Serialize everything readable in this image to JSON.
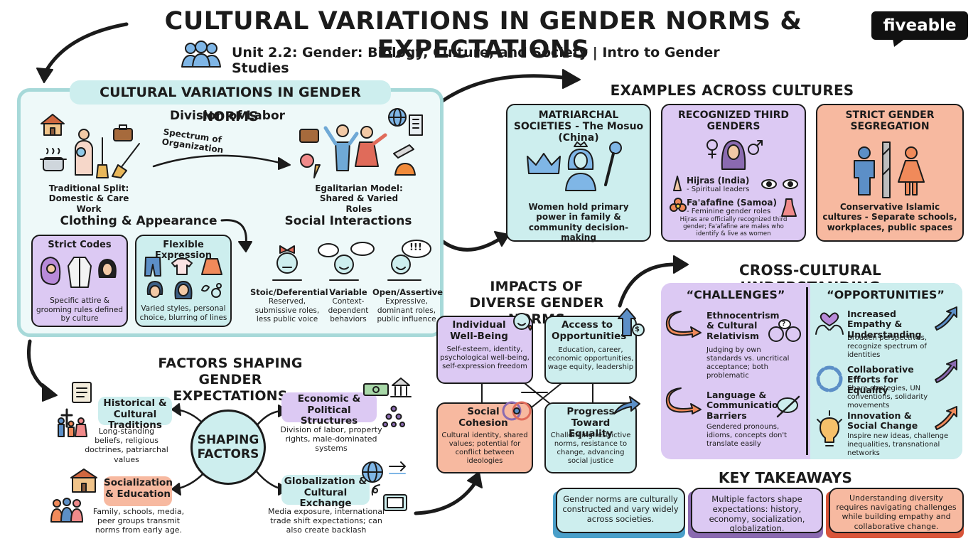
{
  "header": {
    "title": "CULTURAL VARIATIONS IN GENDER NORMS & EXPECTATIONS",
    "subtitle": "Unit 2.2: Gender: Biology, Culture, and Society | Intro to Gender Studies",
    "logo": "fiveable"
  },
  "norms": {
    "title": "CULTURAL VARIATIONS IN GENDER NORMS",
    "division_title": "Division of Labor",
    "spectrum": "Spectrum of Organization",
    "traditional": "Traditional Split: Domestic & Care Work",
    "egalitarian": "Egalitarian Model: Shared & Varied Roles",
    "clothing_title": "Clothing & Appearance",
    "strict_title": "Strict Codes",
    "strict_desc": "Specific attire & grooming rules defined by culture",
    "flexible_title": "Flexible Expression",
    "flexible_desc": "Varied styles, personal choice, blurring of lines",
    "social_title": "Social Interactions",
    "social": [
      {
        "title": "Stoic/Deferential",
        "desc": "Reserved, submissive roles, less public voice"
      },
      {
        "title": "Variable",
        "desc": "Context-dependent behaviors"
      },
      {
        "title": "Open/Assertive",
        "desc": "Expressive, dominant roles, public influence"
      }
    ]
  },
  "examples": {
    "title": "EXAMPLES ACROSS CULTURES",
    "matriarchal_title": "MATRIARCHAL SOCIETIES - The Mosuo (China)",
    "matriarchal_desc": "Women hold primary power in family & community decision-making",
    "third_title": "RECOGNIZED THIRD GENDERS",
    "hijras": "Hijras (India)",
    "hijras_desc": "- Spiritual leaders",
    "faafafine": "Fa'afafine (Samoa)",
    "faafafine_desc": "- Feminine gender roles",
    "third_note": "Hijras are officially recognized third gender; Fa'afafine are males who identify & live as women",
    "segregation_title": "STRICT GENDER SEGREGATION",
    "segregation_desc": "Conservative Islamic cultures - Separate schools, workplaces, public spaces"
  },
  "factors": {
    "title": "FACTORS SHAPING GENDER EXPECTATIONS",
    "center": "SHAPING FACTORS",
    "historical_title": "Historical & Cultural Traditions",
    "historical_desc": "Long-standing beliefs, religious doctrines, patriarchal values",
    "economic_title": "Economic & Political Structures",
    "economic_desc": "Division of labor, property rights, male-dominated systems",
    "socialization_title": "Socialization & Education",
    "socialization_desc": "Family, schools, media, peer groups transmit norms from early age.",
    "globalization_title": "Globalization & Cultural Exchange",
    "globalization_desc": "Media exposure, international trade shift expectations; can also create backlash"
  },
  "impacts": {
    "title": "IMPACTS OF DIVERSE GENDER NORMS",
    "wellbeing_title": "Individual Well-Being",
    "wellbeing_desc": "Self-esteem, identity, psychological well-being, self-expression freedom",
    "access_title": "Access to Opportunities",
    "access_desc": "Education, career, economic opportunities, wage equity, leadership",
    "cohesion_title": "Social Cohesion",
    "cohesion_desc": "Cultural identity, shared values; potential for conflict between ideologies",
    "progress_title": "Progress Toward Equality",
    "progress_desc": "Challenging restrictive norms, resistance to change, advancing social justice"
  },
  "cross": {
    "title": "CROSS-CULTURAL UNDERSTANDING",
    "challenges_title": "“CHALLENGES”",
    "opportunities_title": "“OPPORTUNITIES”",
    "challenges": [
      {
        "title": "Ethnocentrism & Cultural Relativism",
        "desc": "Judging by own standards vs. uncritical acceptance; both problematic"
      },
      {
        "title": "Language & Communication Barriers",
        "desc": "Gendered pronouns, idioms, concepts don't translate easily"
      }
    ],
    "opportunities": [
      {
        "title": "Increased Empathy & Understanding",
        "desc": "Broaden perspectives, recognize spectrum of identities"
      },
      {
        "title": "Collaborative Efforts for Equality",
        "desc": "Share strategies, UN conventions, solidarity movements"
      },
      {
        "title": "Innovation & Social Change",
        "desc": "Inspire new ideas, challenge inequalities, transnational networks"
      }
    ]
  },
  "takeaways": {
    "title": "KEY TAKEAWAYS",
    "items": [
      "Gender norms are culturally constructed and vary widely across societies.",
      "Multiple factors shape expectations: history, economy, socialization, globalization.",
      "Understanding diversity requires navigating challenges while building empathy and collaborative change."
    ]
  },
  "colors": {
    "teal": "#cdeeee",
    "lavender": "#dcc9f3",
    "peach": "#f7b9a0",
    "ink": "#1b1b1b"
  },
  "icons": [
    "people-icon",
    "house-icon",
    "pot-icon",
    "mother-child-icon",
    "broom-icon",
    "briefcase-icon",
    "globe-icon",
    "building-icon",
    "couple-icon",
    "hijab-icon",
    "robe-icon",
    "hair-icon",
    "jeans-icon",
    "tshirt-icon",
    "skirt-icon",
    "face-icon",
    "crown-icon",
    "woman-icon",
    "scepter-icon",
    "gender-symbol-icon",
    "person-icon",
    "man-icon",
    "woman-figure-icon",
    "scroll-icon",
    "cross-icon",
    "family-icon",
    "money-icon",
    "capitol-icon",
    "pyramid-icon",
    "school-icon",
    "group-icon",
    "satellite-icon",
    "tv-icon",
    "heart-face-icon",
    "arrow-up-icon",
    "circles-icon",
    "arrow-right-icon",
    "curved-arrow-icon",
    "speech-icon",
    "heart-hands-icon",
    "trend-up-icon",
    "hands-circle-icon",
    "lightbulb-icon"
  ]
}
